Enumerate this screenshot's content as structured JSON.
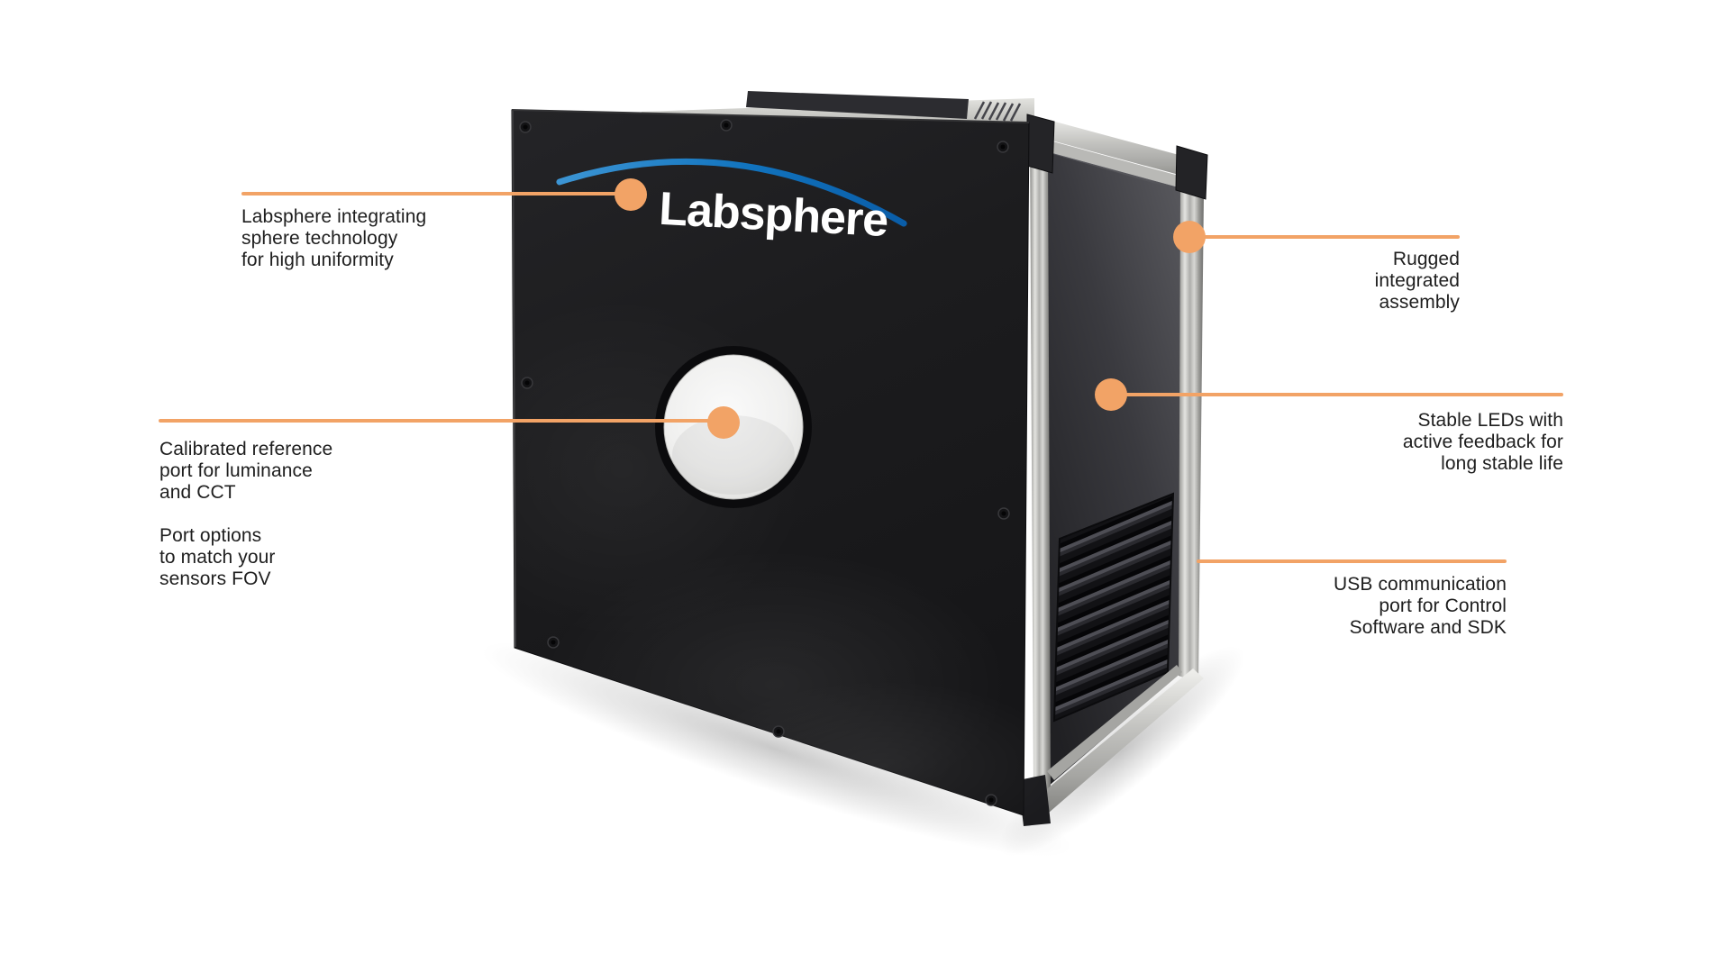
{
  "brand": {
    "logo_text": "Labsphere"
  },
  "colors": {
    "accent_orange": "#F2A366",
    "swoosh_blue": "#1173BE",
    "text": "#1E1E1E",
    "device_black": "#1B1B1D"
  },
  "callouts": {
    "integrating_sphere": {
      "lines": [
        "Labsphere integrating",
        "sphere technology",
        "for high uniformity"
      ]
    },
    "reference_port": {
      "lines_a": [
        "Calibrated reference",
        "port for luminance",
        "and CCT"
      ],
      "lines_b": [
        "Port options",
        "to match your",
        "sensors FOV"
      ]
    },
    "rugged_assembly": {
      "lines": [
        "Rugged",
        "integrated",
        "assembly"
      ]
    },
    "stable_leds": {
      "lines": [
        "Stable LEDs with",
        "active feedback for",
        "long stable life"
      ]
    },
    "usb_port": {
      "lines": [
        "USB communication",
        "port for Control",
        "Software and SDK"
      ]
    }
  }
}
